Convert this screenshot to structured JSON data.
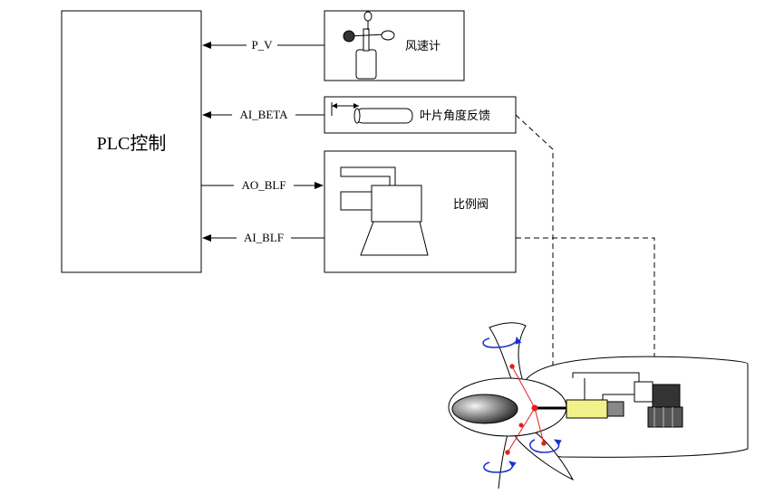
{
  "plc": {
    "label": "PLC控制"
  },
  "signals": {
    "p_v": "P_V",
    "ai_beta": "AI_BETA",
    "ao_blf": "AO_BLF",
    "ai_blf": "AI_BLF"
  },
  "devices": {
    "anemometer": "风速计",
    "blade_angle": "叶片角度反馈",
    "valve": "比例阀"
  },
  "colors": {
    "line": "#000000",
    "linkage": "#e02020",
    "rotation_arrow": "#1a2fd0",
    "cylinder": "#f2f28a"
  }
}
